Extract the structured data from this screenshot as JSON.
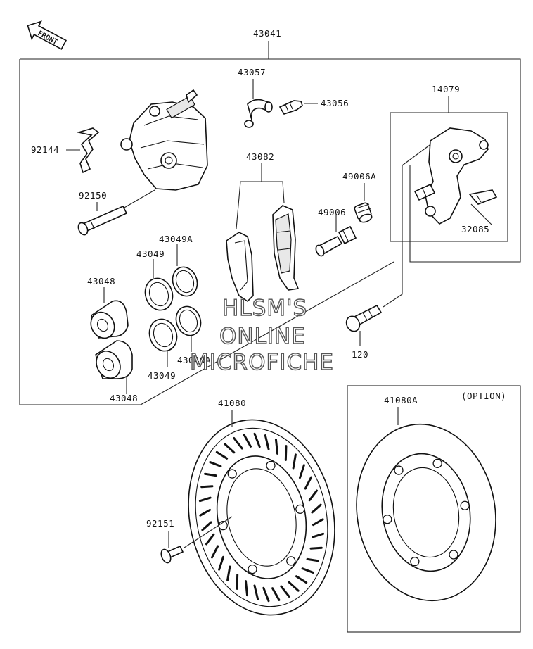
{
  "front_tag": "FRONT",
  "labels": {
    "p43041": "43041",
    "p43057": "43057",
    "p43056": "43056",
    "p14079": "14079",
    "p92144": "92144",
    "p43082": "43082",
    "p49006A": "49006A",
    "p49006": "49006",
    "p32085": "32085",
    "p92150": "92150",
    "p43049A_top": "43049A",
    "p43049_top": "43049",
    "p43048_top": "43048",
    "p43049A_bottom": "43049A",
    "p43049_bottom": "43049",
    "p43048_bottom": "43048",
    "p120": "120",
    "p41080": "41080",
    "p41080A": "41080A",
    "option": "(OPTION)",
    "p92151": "92151"
  },
  "watermark": {
    "line1": "HLSM'S",
    "line2": "ONLINE",
    "line3": "MICROFICHE"
  }
}
